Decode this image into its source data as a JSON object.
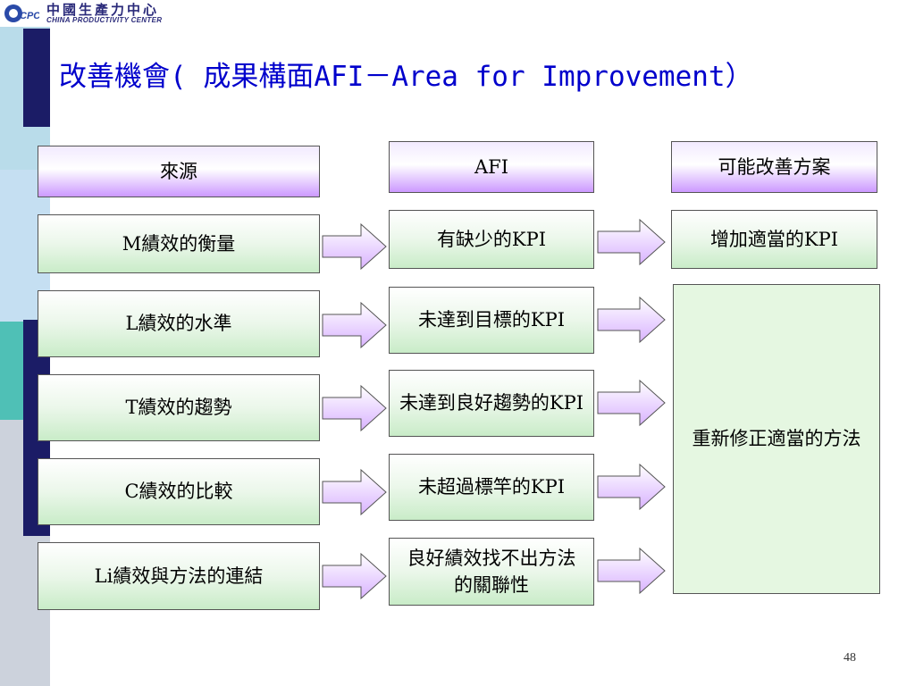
{
  "header": {
    "org_cn": "中國生產力中心",
    "org_en": "CHINA PRODUCTIVITY CENTER",
    "logo_text": "CPC"
  },
  "title": "改善機會( 成果構面AFI－Area for Improvement）",
  "columns": {
    "source": "來源",
    "afi": "AFI",
    "solution": "可能改善方案"
  },
  "rows": [
    {
      "source": "M績效的衡量",
      "afi": "有缺少的KPI"
    },
    {
      "source": "L績效的水準",
      "afi": "未達到目標的KPI"
    },
    {
      "source": "T績效的趨勢",
      "afi": "未達到良好趨勢的KPI"
    },
    {
      "source": "C績效的比較",
      "afi": "未超過標竿的KPI"
    },
    {
      "source": "Li績效與方法的連結",
      "afi": "良好績效找不出方法的關聯性"
    }
  ],
  "solutions": {
    "kpi": "增加適當的KPI",
    "method": "重新修正適當的方法"
  },
  "page_number": "48",
  "colors": {
    "title": "#0000cc",
    "header_box": "#cc99ff",
    "green_box": "#c9ecc8",
    "band_navy": "#1b1c66"
  }
}
